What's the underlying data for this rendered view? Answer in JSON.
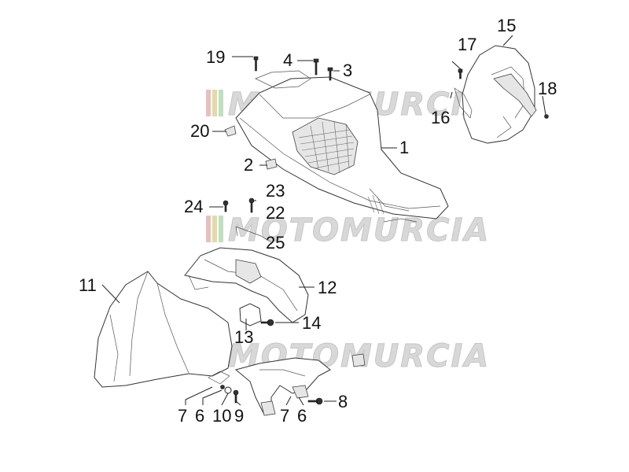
{
  "diagram": {
    "watermark": "MOTOMURCIA",
    "callouts": {
      "c1": "1",
      "c2": "2",
      "c3": "3",
      "c4": "4",
      "c6a": "6",
      "c6b": "6",
      "c7a": "7",
      "c7b": "7",
      "c8": "8",
      "c9": "9",
      "c10": "10",
      "c11": "11",
      "c12": "12",
      "c13": "13",
      "c14": "14",
      "c15": "15",
      "c16": "16",
      "c17": "17",
      "c18": "18",
      "c19": "19",
      "c20": "20",
      "c22": "22",
      "c23": "23",
      "c24": "24",
      "c25": "25"
    },
    "colors": {
      "line": "#333333",
      "watermark_stripes": [
        "#e8bfbf",
        "#e6d9a6",
        "#bfe0bf"
      ]
    }
  }
}
